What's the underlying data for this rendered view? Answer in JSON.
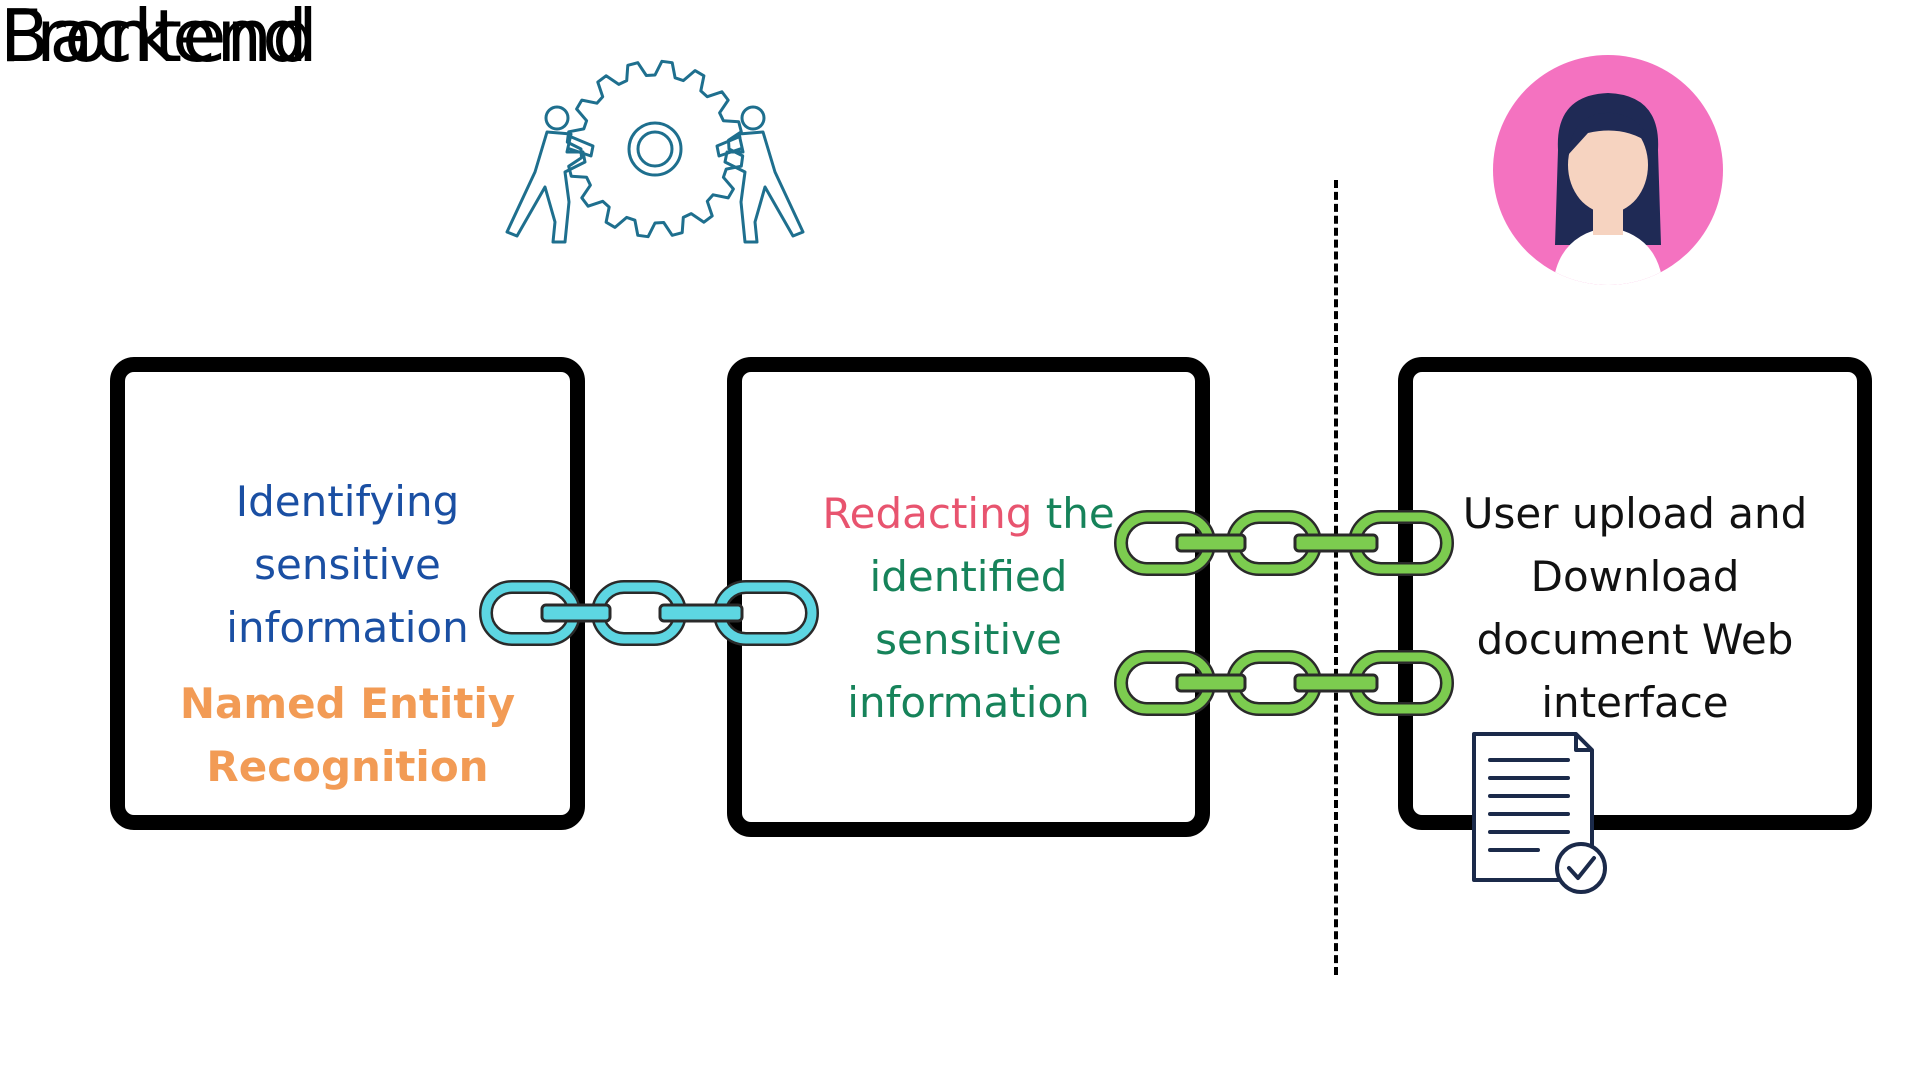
{
  "labels": {
    "backend": "Backend",
    "frontend": "Frontend"
  },
  "boxes": {
    "ner": {
      "title_lines": [
        "Identifying",
        "sensitive",
        "information"
      ],
      "subtitle_lines": [
        "Named Entitiy",
        "Recognition"
      ]
    },
    "redact": {
      "highlight": "Redacting",
      "lines": [
        " the",
        "identified",
        "sensitive",
        "information"
      ]
    },
    "frontend": {
      "lines": [
        "User upload and",
        "Download",
        "document Web",
        "interface"
      ]
    }
  },
  "colors": {
    "title_blue": "#1a4fa3",
    "subtitle_orange": "#f29b55",
    "redact_green": "#16835a",
    "redact_pink": "#e8546f",
    "chain_blue": "#5dd6e2",
    "chain_green": "#7ccc4f",
    "avatar_pink": "#f472c0",
    "icon_blue": "#1e6f8e",
    "doc_navy": "#1b2a4a"
  },
  "icons": {
    "gear": "gear-teamwork-icon",
    "avatar": "user-avatar-icon",
    "document": "document-check-icon",
    "chain": "chain-link-icon"
  }
}
